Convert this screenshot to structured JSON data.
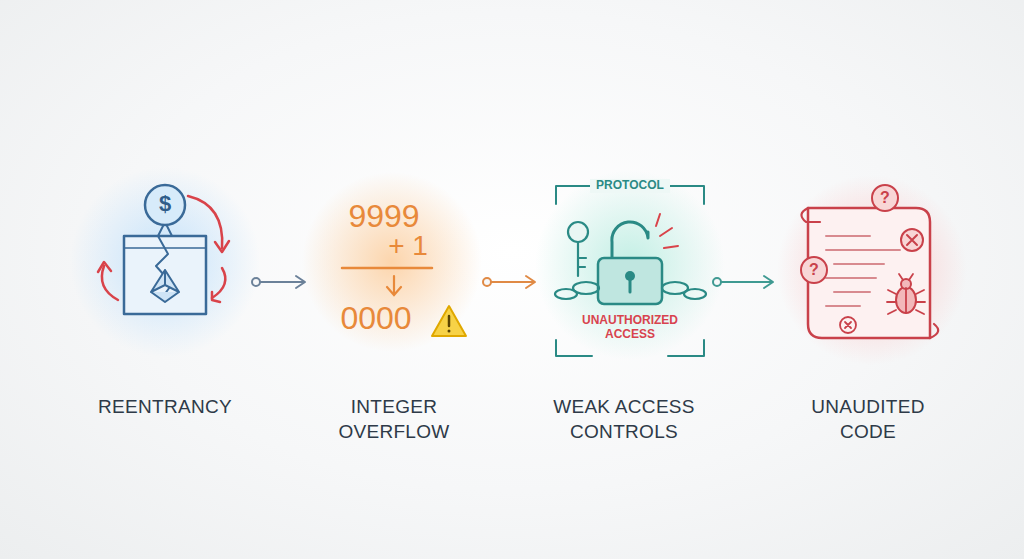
{
  "diagram": {
    "nodes": [
      {
        "text": [
          "REENTRANCY"
        ]
      },
      {
        "text": [
          "INTEGER OVERFLOW"
        ]
      },
      {
        "text": [
          "WEAK ACCESS CONTROLS"
        ]
      },
      {
        "text": [
          "UNAUDITED CODE"
        ]
      }
    ],
    "edges": [
      {
        "from": 0,
        "to": 1,
        "arrow": "to"
      },
      {
        "from": 1,
        "to": 2,
        "arrow": "to"
      },
      {
        "from": 2,
        "to": 3,
        "arrow": "to"
      }
    ],
    "labels": [
      "$",
      "9999",
      "+ 1",
      "0000",
      "PROTOCOL",
      "UNAUTHORIZED ACCESS",
      "?",
      "?"
    ]
  }
}
